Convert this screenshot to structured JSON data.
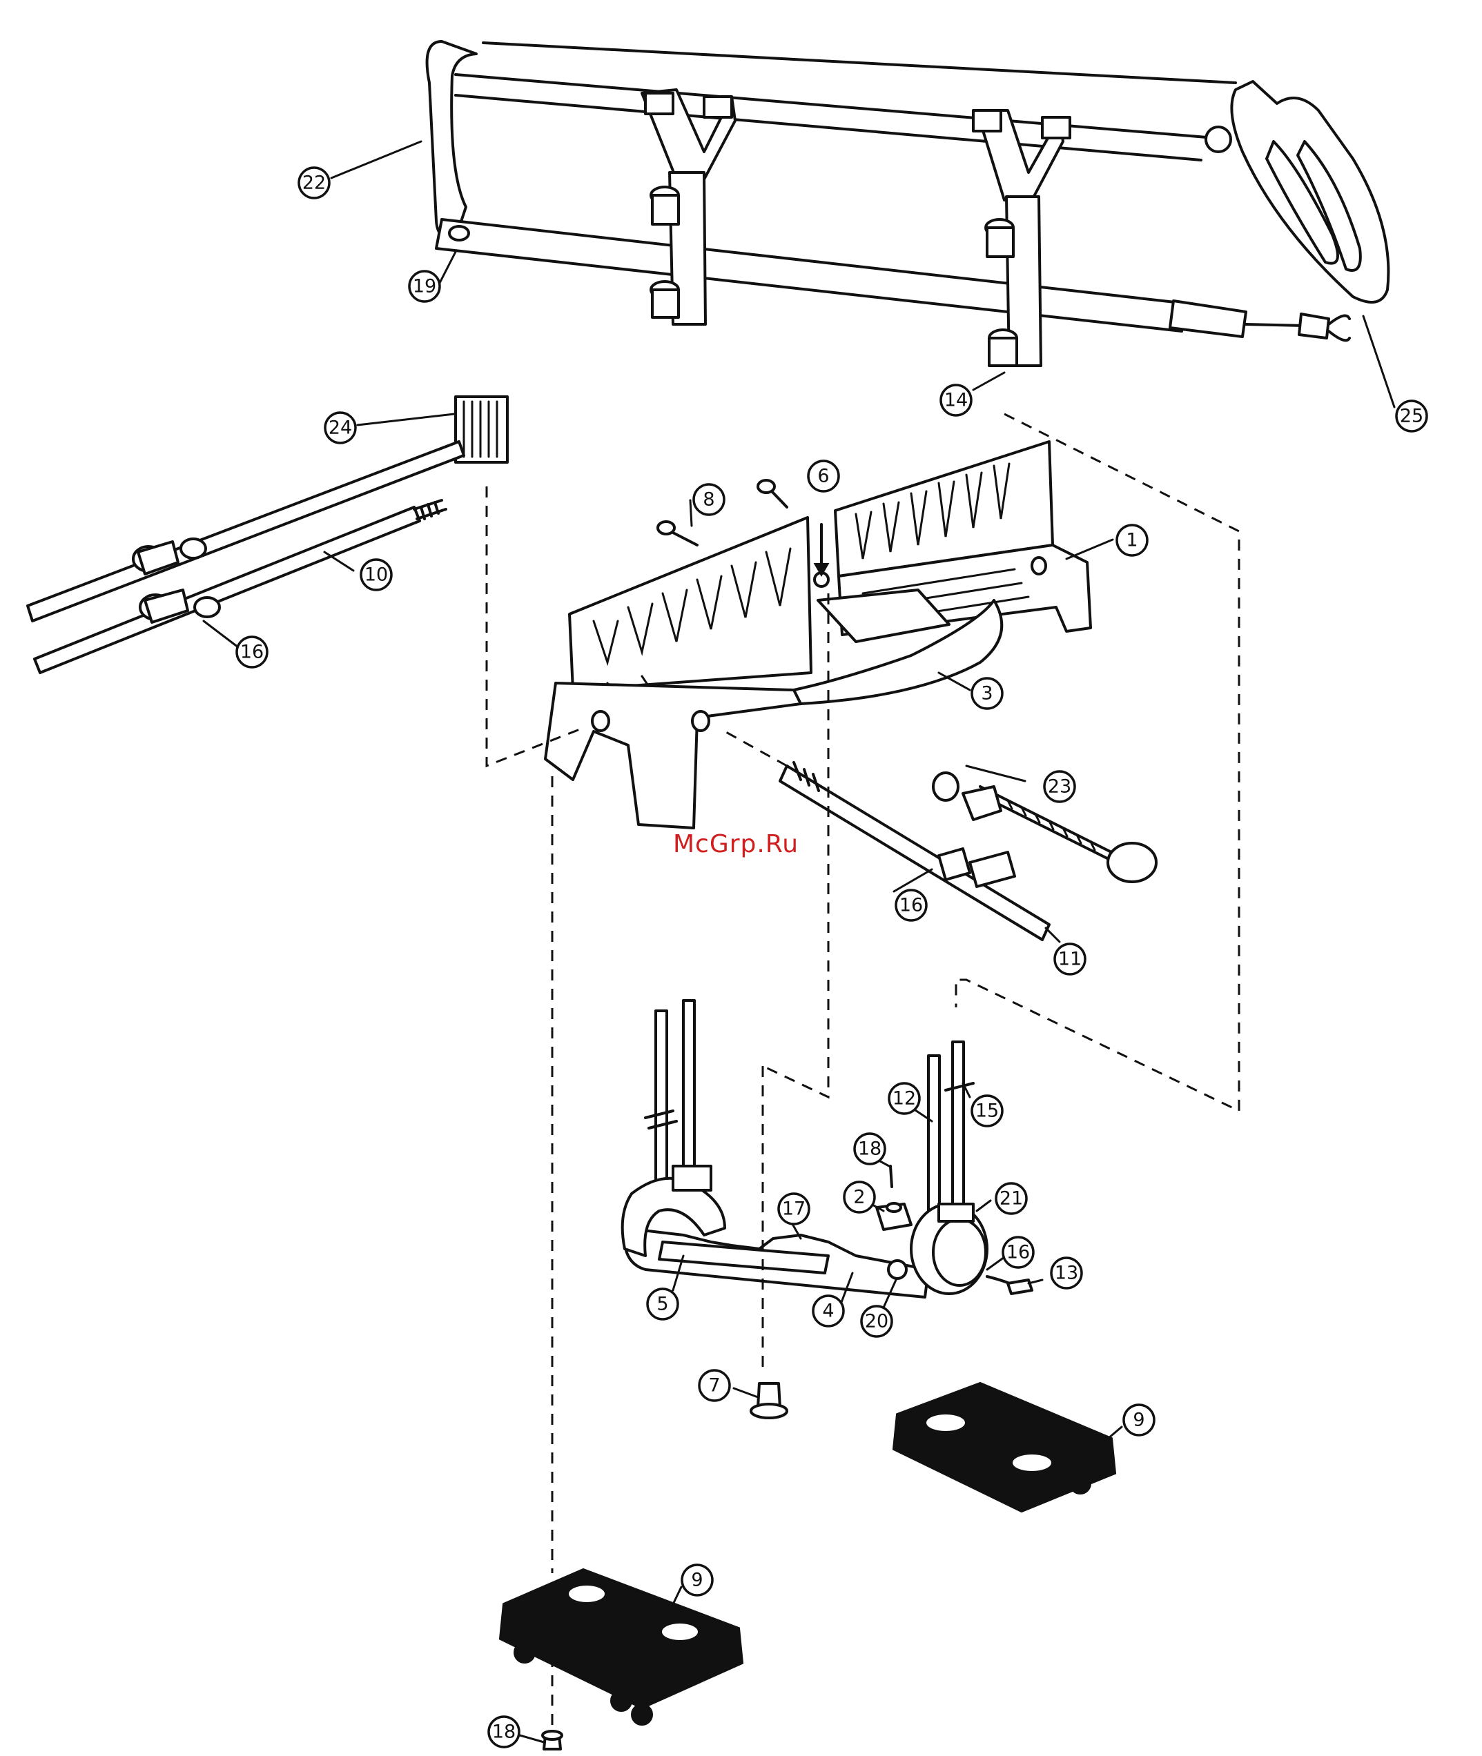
{
  "watermark": "McGrp.Ru",
  "callouts": [
    {
      "id": "c22",
      "label": "22"
    },
    {
      "id": "c19",
      "label": "19"
    },
    {
      "id": "c14",
      "label": "14"
    },
    {
      "id": "c25",
      "label": "25"
    },
    {
      "id": "c24",
      "label": "24"
    },
    {
      "id": "c10",
      "label": "10"
    },
    {
      "id": "c16a",
      "label": "16"
    },
    {
      "id": "c8",
      "label": "8"
    },
    {
      "id": "c6",
      "label": "6"
    },
    {
      "id": "c1",
      "label": "1"
    },
    {
      "id": "c3",
      "label": "3"
    },
    {
      "id": "c23",
      "label": "23"
    },
    {
      "id": "c16b",
      "label": "16"
    },
    {
      "id": "c11",
      "label": "11"
    },
    {
      "id": "c12",
      "label": "12"
    },
    {
      "id": "c15",
      "label": "15"
    },
    {
      "id": "c18a",
      "label": "18"
    },
    {
      "id": "c2",
      "label": "2"
    },
    {
      "id": "c21",
      "label": "21"
    },
    {
      "id": "c17",
      "label": "17"
    },
    {
      "id": "c16c",
      "label": "16"
    },
    {
      "id": "c13",
      "label": "13"
    },
    {
      "id": "c5",
      "label": "5"
    },
    {
      "id": "c4",
      "label": "4"
    },
    {
      "id": "c20",
      "label": "20"
    },
    {
      "id": "c7",
      "label": "7"
    },
    {
      "id": "c9a",
      "label": "9"
    },
    {
      "id": "c9b",
      "label": "9"
    },
    {
      "id": "c18b",
      "label": "18"
    }
  ]
}
